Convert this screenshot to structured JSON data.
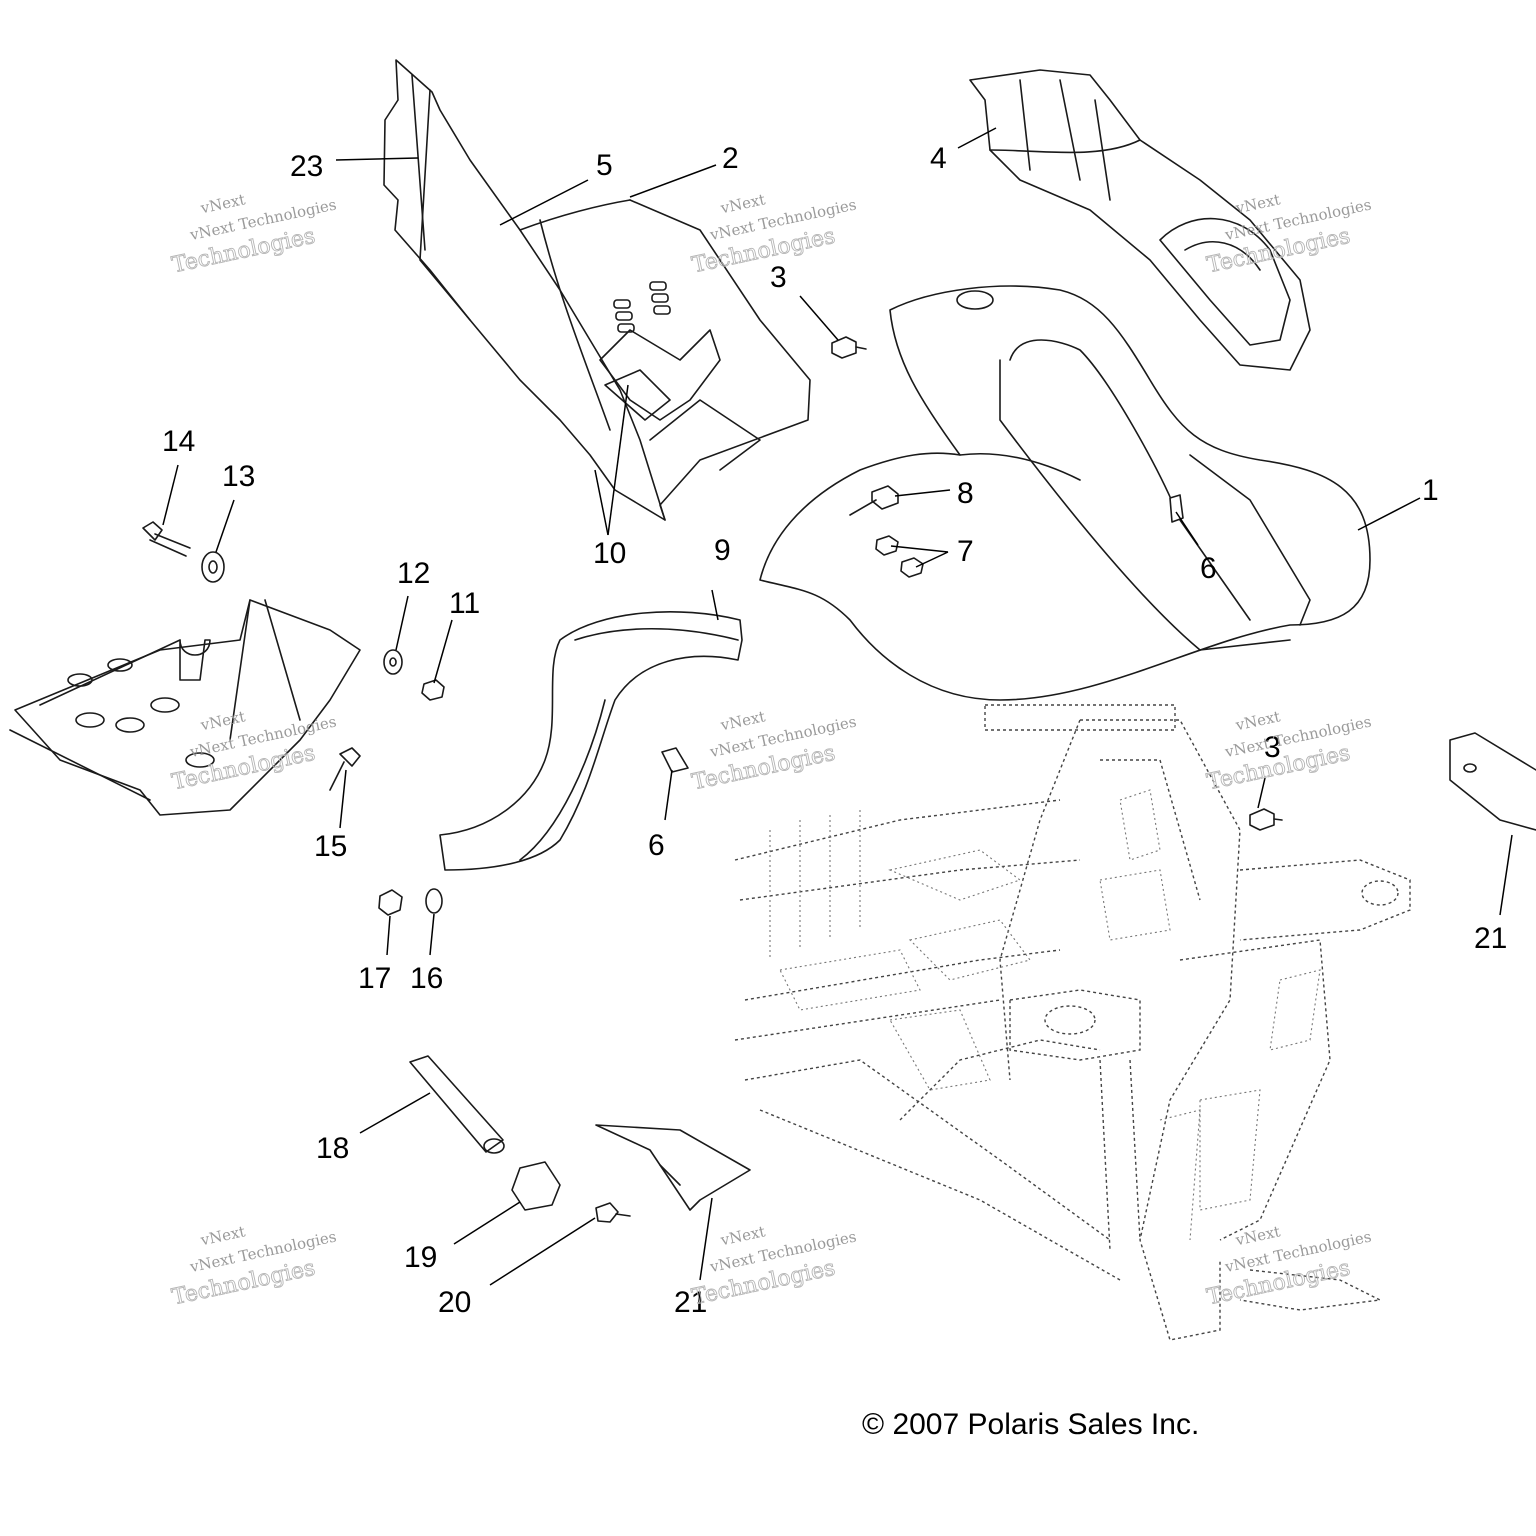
{
  "copyright": "© 2007 Polaris Sales Inc.",
  "watermark": {
    "line1": "vNext",
    "line2": "vNext Technologies",
    "line3": "Technologies"
  },
  "callouts": [
    "1",
    "2",
    "3",
    "3",
    "4",
    "5",
    "6",
    "6",
    "7",
    "8",
    "9",
    "10",
    "11",
    "12",
    "13",
    "14",
    "15",
    "16",
    "17",
    "18",
    "19",
    "20",
    "21",
    "21",
    "23"
  ]
}
